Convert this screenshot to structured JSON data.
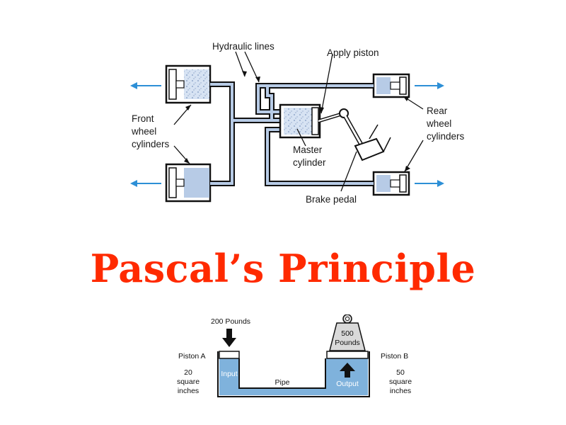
{
  "title": "Pascal’s Principle",
  "brake_diagram": {
    "labels": {
      "hydraulic_lines": "Hydraulic lines",
      "apply_piston": "Apply piston",
      "front_wheel_cylinders": [
        "Front",
        "wheel",
        "cylinders"
      ],
      "rear_wheel_cylinders": [
        "Rear",
        "wheel",
        "cylinders"
      ],
      "master_cylinder": [
        "Master",
        "cylinder"
      ],
      "brake_pedal": "Brake pedal"
    },
    "colors": {
      "fluid": "#b7cbe6",
      "arrow": "#2d8fd6",
      "line": "#111111"
    }
  },
  "pascal_diagram": {
    "input_force": "200 Pounds",
    "weight_label": [
      "500",
      "Pounds"
    ],
    "piston_a": {
      "name": "Piston A",
      "area": [
        "20",
        "square",
        "inches"
      ]
    },
    "piston_b": {
      "name": "Piston B",
      "area": [
        "50",
        "square",
        "inches"
      ]
    },
    "input_label": "Input",
    "output_label": "Output",
    "pipe_label": "Pipe",
    "colors": {
      "fluid": "#7fb2dc",
      "fluid_dark": "#4f8dc4"
    }
  }
}
